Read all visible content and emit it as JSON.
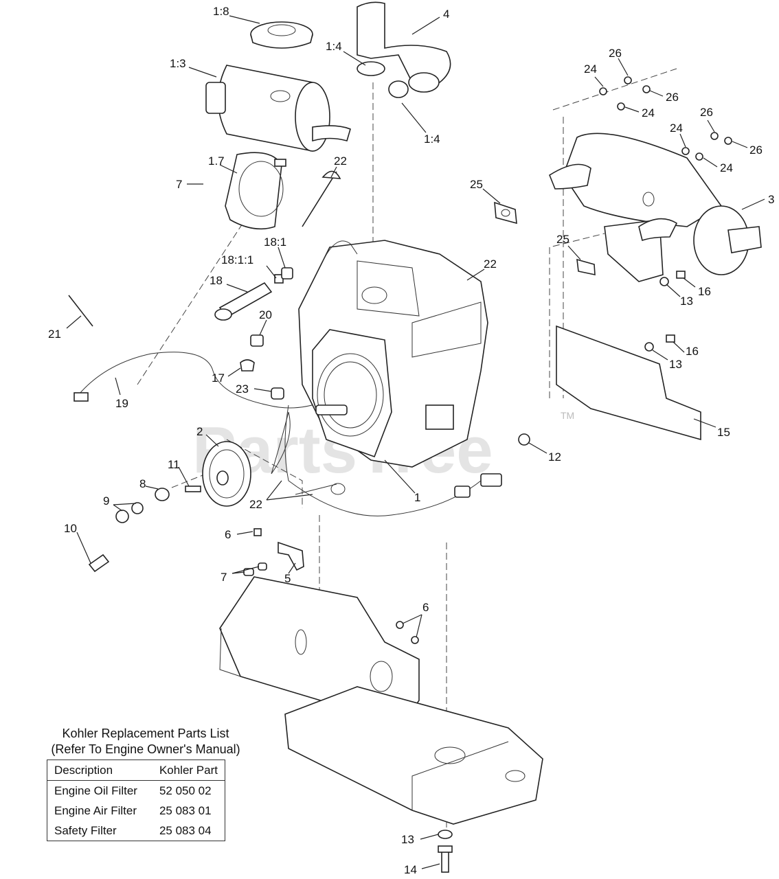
{
  "watermark": {
    "text": "PartsTree",
    "tm": "TM"
  },
  "callouts": [
    {
      "id": "c-1-8",
      "label": "1:8"
    },
    {
      "id": "c-1-3",
      "label": "1:3"
    },
    {
      "id": "c-1-4a",
      "label": "1:4"
    },
    {
      "id": "c-1-4b",
      "label": "1:4"
    },
    {
      "id": "c-4",
      "label": "4"
    },
    {
      "id": "c-26a",
      "label": "26"
    },
    {
      "id": "c-24a",
      "label": "24"
    },
    {
      "id": "c-26b",
      "label": "26"
    },
    {
      "id": "c-24b",
      "label": "24"
    },
    {
      "id": "c-26c",
      "label": "26"
    },
    {
      "id": "c-24c",
      "label": "24"
    },
    {
      "id": "c-26d",
      "label": "26"
    },
    {
      "id": "c-24d",
      "label": "24"
    },
    {
      "id": "c-3",
      "label": "3"
    },
    {
      "id": "c-1-7",
      "label": "1.7"
    },
    {
      "id": "c-7a",
      "label": "7"
    },
    {
      "id": "c-22a",
      "label": "22"
    },
    {
      "id": "c-25a",
      "label": "25"
    },
    {
      "id": "c-25b",
      "label": "25"
    },
    {
      "id": "c-22b",
      "label": "22"
    },
    {
      "id": "c-18-1",
      "label": "18:1"
    },
    {
      "id": "c-18-1-1",
      "label": "18:1:1"
    },
    {
      "id": "c-18",
      "label": "18"
    },
    {
      "id": "c-20",
      "label": "20"
    },
    {
      "id": "c-13a",
      "label": "13"
    },
    {
      "id": "c-16a",
      "label": "16"
    },
    {
      "id": "c-21",
      "label": "21"
    },
    {
      "id": "c-16b",
      "label": "16"
    },
    {
      "id": "c-13b",
      "label": "13"
    },
    {
      "id": "c-17",
      "label": "17"
    },
    {
      "id": "c-19",
      "label": "19"
    },
    {
      "id": "c-23",
      "label": "23"
    },
    {
      "id": "c-2",
      "label": "2"
    },
    {
      "id": "c-15",
      "label": "15"
    },
    {
      "id": "c-12",
      "label": "12"
    },
    {
      "id": "c-11",
      "label": "11"
    },
    {
      "id": "c-8",
      "label": "8"
    },
    {
      "id": "c-9",
      "label": "9"
    },
    {
      "id": "c-1",
      "label": "1"
    },
    {
      "id": "c-22c",
      "label": "22"
    },
    {
      "id": "c-10",
      "label": "10"
    },
    {
      "id": "c-6a",
      "label": "6"
    },
    {
      "id": "c-7b",
      "label": "7"
    },
    {
      "id": "c-5",
      "label": "5"
    },
    {
      "id": "c-6b",
      "label": "6"
    },
    {
      "id": "c-13c",
      "label": "13"
    },
    {
      "id": "c-14",
      "label": "14"
    }
  ],
  "parts_table": {
    "title_line1": "Kohler Replacement Parts List",
    "title_line2": "(Refer To Engine Owner's Manual)",
    "headers": [
      "Description",
      "Kohler Part"
    ],
    "rows": [
      [
        "Engine Oil Filter",
        "52 050 02"
      ],
      [
        "Engine Air Filter",
        "25 083 01"
      ],
      [
        "Safety Filter",
        "25 083 04"
      ]
    ]
  }
}
